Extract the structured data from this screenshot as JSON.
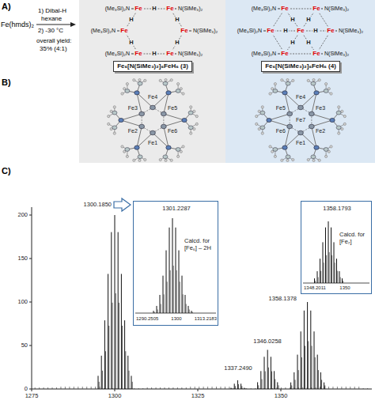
{
  "diagram": {
    "nodes": [
      {
        "text": [
          "Fe₆[N(SiMe₃)₂]₆FeH₆ (3)"
        ]
      },
      {
        "text": [
          "Fe₆[N(SiMe₃)₂]₆FeH₆ (4)"
        ]
      },
      {
        "text": [
          "1301.2287",
          "Calcd. for [Fe₆] – 2H",
          "1290.2505",
          "1300",
          "1313.2183"
        ]
      },
      {
        "text": [
          "1358.1793",
          "Calcd. for [Fe₇]",
          "1348.2011",
          "1350"
        ]
      }
    ],
    "labels": [
      "A)",
      "Fe(hmds)₂",
      "1) Dibal-H",
      "hexane",
      "2) -30 °C",
      "overall yield:",
      "35% (4:1)",
      "(Me₃Si)₂N",
      "N(SiMe₃)₂",
      "(Me₃Si)₂N",
      "N(SiMe₃)₂",
      "(Me₃Si)₂N",
      "N(SiMe₃)₂",
      "Fe",
      "Fe",
      "Fe",
      "Fe",
      "Fe",
      "Fe",
      "H",
      "H",
      "H",
      "H",
      "H",
      "H",
      "(Me₃Si)₂N",
      "N(SiMe₃)₂",
      "(Me₃Si)₂N",
      "N(SiMe₃)₂",
      "(Me₃Si)₂N",
      "N(SiMe₃)₂",
      "Fe",
      "Fe",
      "Fe",
      "Fe",
      "Fe",
      "Fe",
      "Fe",
      "H",
      "H",
      "H",
      "H",
      "H",
      "H",
      "B)",
      "Fe4",
      "Fe3",
      "Fe5",
      "Fe2",
      "Fe6",
      "Fe1",
      "Fe4",
      "Fe5",
      "Fe3",
      "Fe7",
      "Fe6",
      "Fe2",
      "Fe1",
      "C)",
      "200",
      "150",
      "100",
      "50",
      "0",
      "1275",
      "1300",
      "1325",
      "1350",
      "1300.1850",
      "1358.1378",
      "1346.0258",
      "1337.2490"
    ]
  }
}
